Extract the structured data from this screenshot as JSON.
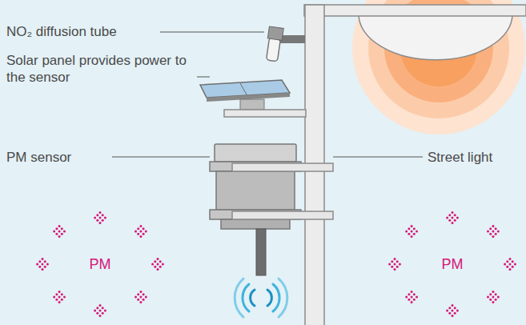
{
  "diagram": {
    "labels": [
      "NO₂ diffusion tube",
      "Solar panel provides power to the sensor",
      "PM sensor",
      "Street light",
      "PM",
      "PM"
    ]
  }
}
